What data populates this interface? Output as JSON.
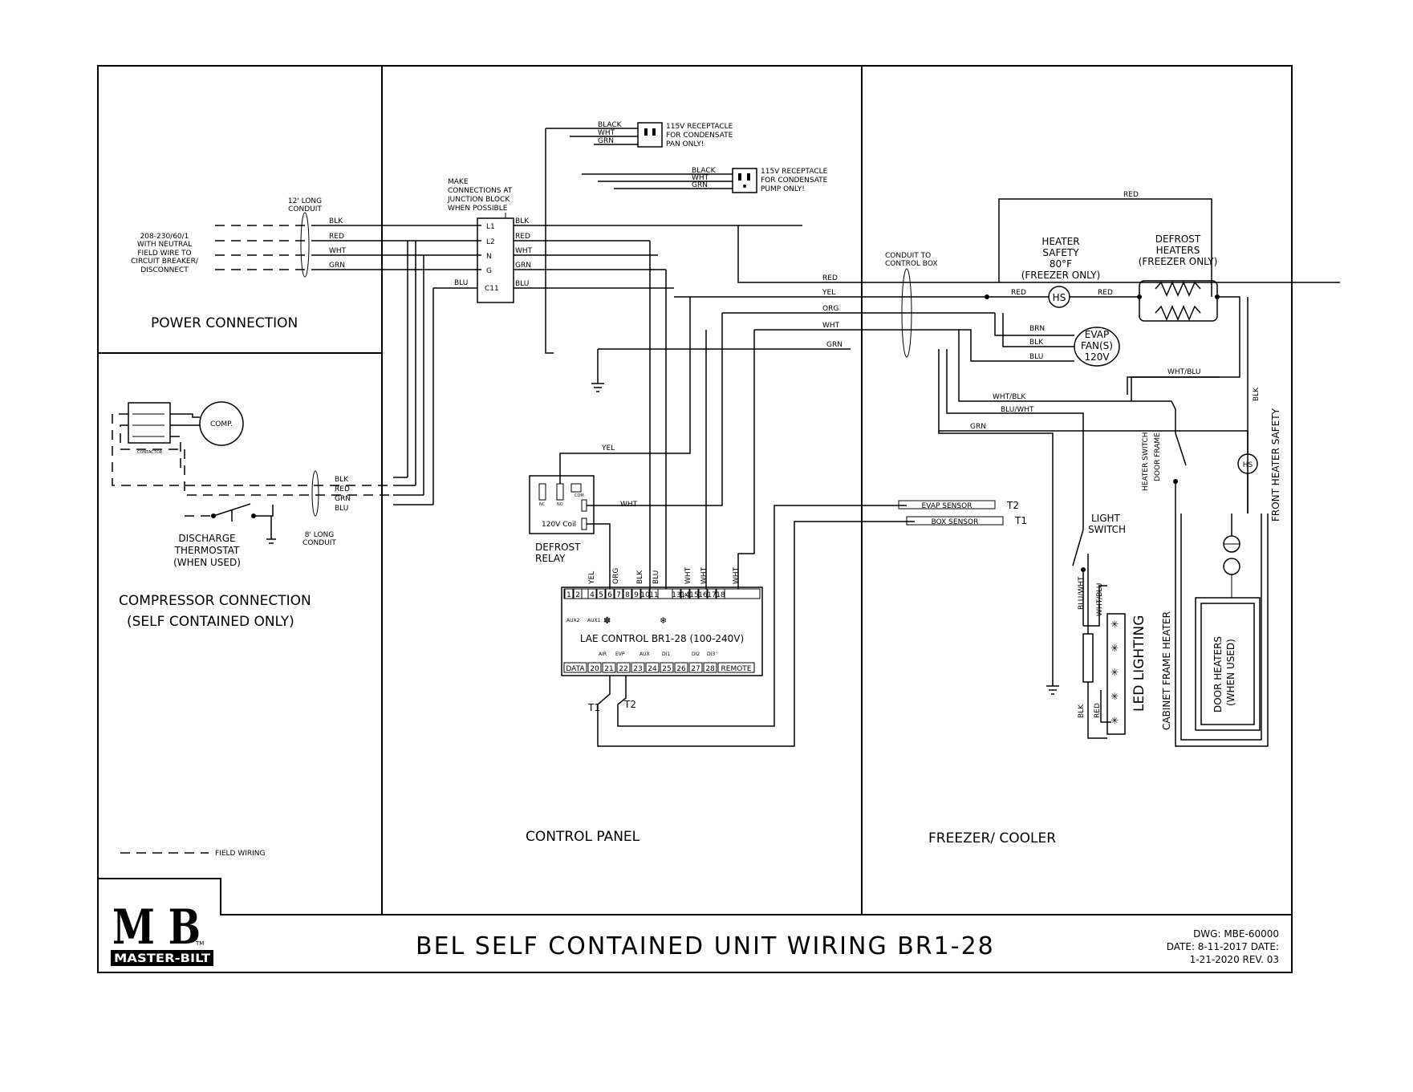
{
  "sections": {
    "power": "POWER CONNECTION",
    "compressor_1": "COMPRESSOR CONNECTION",
    "compressor_2": "(SELF CONTAINED ONLY)",
    "control": "CONTROL PANEL",
    "freezer": "FREEZER/ COOLER"
  },
  "title": "BEL SELF CONTAINED UNIT WIRING BR1-28",
  "drawing_info": {
    "line1": "DWG: MBE-60000",
    "line2": "DATE: 8-11-2017 DATE:",
    "line3": "1-21-2020 REV. 03"
  },
  "logo": {
    "letters": "M B",
    "brand": "MASTER-BILT",
    "tm": "TM"
  },
  "legend": {
    "field_wiring": "FIELD WIRING"
  },
  "power": {
    "supply": [
      "208-230/60/1",
      "WITH NEUTRAL",
      "FIELD WIRE TO",
      "CIRCUIT BREAKER/",
      "DISCONNECT"
    ],
    "conduit": [
      "12' LONG",
      "CONDUIT"
    ],
    "wires": [
      "BLK",
      "RED",
      "WHT",
      "GRN"
    ]
  },
  "junction": {
    "note": [
      "MAKE",
      "CONNECTIONS AT",
      "JUNCTION BLOCK",
      "WHEN POSSIBLE"
    ],
    "terminals": [
      "L1",
      "L2",
      "N",
      "G",
      "C11"
    ],
    "out_wires": [
      "BLK",
      "RED",
      "WHT",
      "GRN",
      "BLU"
    ],
    "blu_in": "BLU"
  },
  "receptacle1": {
    "wires": [
      "BLACK",
      "WHT",
      "GRN"
    ],
    "text": [
      "115V RECEPTACLE",
      "FOR CONDENSATE",
      "PAN ONLY!"
    ]
  },
  "receptacle2": {
    "wires": [
      "BLACK",
      "WHT",
      "GRN"
    ],
    "text": [
      "115V RECEPTACLE",
      "FOR CONDENSATE",
      "PUMP ONLY!"
    ]
  },
  "compressor": {
    "comp": "COMP.",
    "contactor": "CONTACTOR",
    "wires": [
      "BLK",
      "RED",
      "GRN",
      "BLU"
    ],
    "thermostat": [
      "DISCHARGE",
      "THERMOSTAT",
      "(WHEN USED)"
    ],
    "conduit": [
      "8' LONG",
      "CONDUIT"
    ]
  },
  "bus_wires": [
    "RED",
    "YEL",
    "ORG",
    "WHT",
    "GRN"
  ],
  "conduit_box": [
    "CONDUIT TO",
    "CONTROL BOX"
  ],
  "relay": {
    "label": [
      "DEFROST",
      "RELAY"
    ],
    "coil": "120V Coil",
    "nc": "NC",
    "no": "NO",
    "com": "COM",
    "yel": "YEL",
    "wht": "WHT"
  },
  "controller": {
    "name": "LAE CONTROL BR1-28 (100-240V)",
    "top_terminals": [
      "1",
      "2",
      "4",
      "5",
      "6",
      "7",
      "8",
      "9",
      "10",
      "11",
      "13",
      "14",
      "15",
      "16",
      "17",
      "18"
    ],
    "bottom_terminals": [
      "DATA",
      "20",
      "21",
      "22",
      "23",
      "24",
      "25",
      "26",
      "27",
      "28",
      "REMOTE"
    ],
    "top_wires": [
      "YEL",
      "ORG",
      "BLK",
      "BLU",
      "WHT",
      "WHT",
      "WHT"
    ],
    "aux": [
      "AUX2",
      "AUX1",
      "AIR",
      "EVP",
      "AUX",
      "DI1",
      "DI2",
      "DI3"
    ],
    "t1": "T1",
    "t2": "T2"
  },
  "sensors": {
    "evap": "EVAP SENSOR",
    "box": "BOX SENSOR",
    "t2": "T2",
    "t1": "T1"
  },
  "heater_safety": [
    "HEATER",
    "SAFETY",
    "80°F",
    "(FREEZER ONLY)"
  ],
  "hs": "HS",
  "defrost_heaters": [
    "DEFROST",
    "HEATERS",
    "(FREEZER ONLY)"
  ],
  "evap_fan": [
    "EVAP",
    "FAN(S)",
    "120V"
  ],
  "freezer_wires": {
    "red_top": "RED",
    "red_a": "RED",
    "red_b": "RED",
    "brn": "BRN",
    "blk": "BLK",
    "blu": "BLU",
    "wht_blu": "WHT/BLU",
    "wht_blk": "WHT/BLK",
    "blu_wht": "BLU/WHT",
    "grn": "GRN",
    "blk_right": "BLK"
  },
  "light_switch": [
    "LIGHT",
    "SWITCH"
  ],
  "door_switch": [
    "HEATER SWITCH",
    "DOOR FRAME"
  ],
  "front_heater": "FRONT HEATER SAFETY",
  "led": {
    "label": "LED LIGHTING",
    "w1": "BLU/WHT",
    "w2": "WHT/BLU",
    "w3": "BLK",
    "w4": "RED"
  },
  "cabinet_heater": "CABINET FRAME HEATER",
  "door_heaters": [
    "DOOR HEATERS",
    "(WHEN USED)"
  ]
}
